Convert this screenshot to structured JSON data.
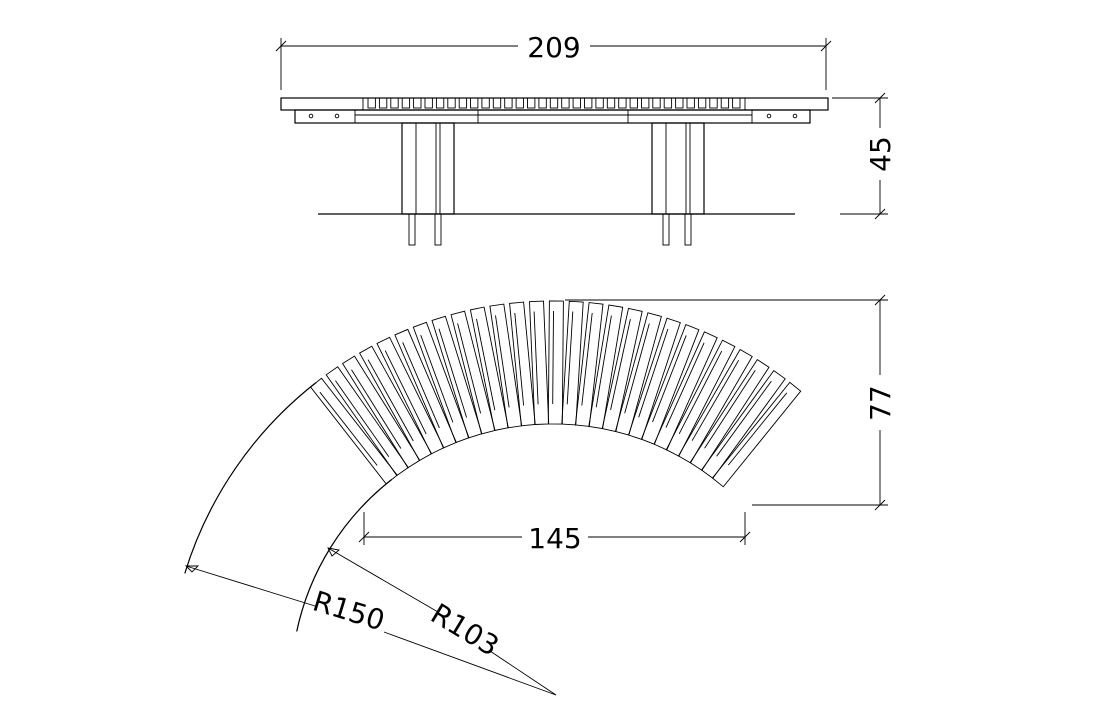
{
  "dimensions": {
    "total_length": "209",
    "height": "45",
    "depth": "77",
    "inner_chord": "145",
    "outer_radius": "R150",
    "inner_radius": "R103"
  },
  "drawing": {
    "top_slat_count": 33,
    "plan_slat_count": 27,
    "colors": {
      "line": "#000000",
      "background": "#ffffff"
    }
  }
}
